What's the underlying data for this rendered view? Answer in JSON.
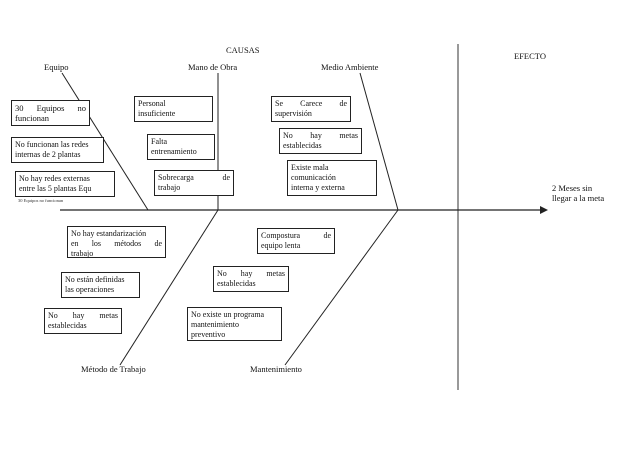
{
  "header": {
    "causes_label": "CAUSAS",
    "effect_label": "EFECTO"
  },
  "categories": {
    "equipo": "Equipo",
    "mano_de_obra": "Mano de Obra",
    "medio_ambiente": "Medio Ambiente",
    "metodo_de_trabajo": "Método de Trabajo",
    "mantenimiento": "Mantenimiento"
  },
  "effect": {
    "line1": "2 Meses sin",
    "line2": "llegar a la meta"
  },
  "equipo_causes": {
    "c1": [
      "30 Equipos no",
      "funcionan"
    ],
    "c2": [
      "No funcionan las redes",
      "internas de 2 plantas"
    ],
    "c3": [
      "No hay redes externas",
      "entre las 5 plantas Equ"
    ],
    "c3_note": "30 Equipos no funcionan"
  },
  "mano_de_obra_causes": {
    "c1": [
      "Personal",
      "insuficiente"
    ],
    "c2": [
      "Falta",
      "entrenamiento"
    ],
    "c3": [
      "Sobrecarga de",
      "trabajo"
    ]
  },
  "medio_ambiente_causes": {
    "c1": [
      "Se Carece de",
      "supervisión"
    ],
    "c2": [
      "No hay metas",
      "establecidas"
    ],
    "c3": [
      "Existe mala",
      "comunicación",
      "interna y externa"
    ]
  },
  "metodo_causes": {
    "c1": [
      "No hay estandarización",
      "en los métodos de",
      "trabajo"
    ],
    "c2": [
      "No están definidas",
      "las operaciones"
    ],
    "c3": [
      "No hay metas",
      "establecidas"
    ]
  },
  "mantenimiento_causes": {
    "c1": [
      "Compostura de",
      "equipo lenta"
    ],
    "c2": [
      "No hay metas",
      "establecidas"
    ],
    "c3": [
      "No existe un programa",
      "mantenimiento",
      "preventivo"
    ]
  }
}
